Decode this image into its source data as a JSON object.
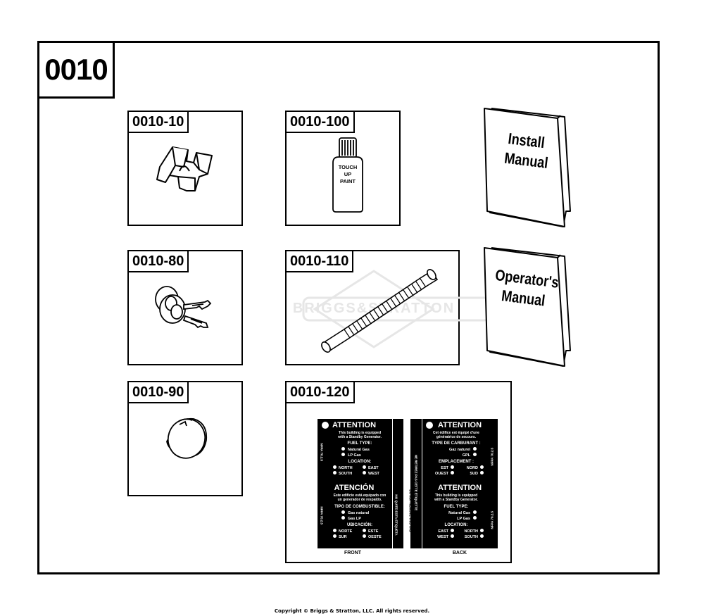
{
  "title": "0010",
  "parts": [
    {
      "id": "0010-10"
    },
    {
      "id": "0010-100",
      "label_lines": [
        "TOUCH",
        "UP",
        "PAINT"
      ]
    },
    {
      "id": "0010-80"
    },
    {
      "id": "0010-110",
      "watermark": "BRIGGS&STRATTON"
    },
    {
      "id": "0010-90"
    },
    {
      "id": "0010-120"
    }
  ],
  "manuals": [
    {
      "lines": [
        "Install",
        "Manual"
      ]
    },
    {
      "lines": [
        "Operator's",
        "Manual"
      ]
    }
  ],
  "labels": {
    "front": {
      "caption": "FRONT",
      "side_text_left": "NFPA 70.2.5",
      "side_text_right": "NO QUITE ESTA ETIQUETA",
      "strip_text": "DO NOT REMOVE THIS TAG",
      "sections": [
        {
          "heading": "ATTENTION",
          "body": [
            "This building is equipped",
            "with a Standby Generator."
          ],
          "groups": [
            {
              "title": "FUEL TYPE:",
              "options": [
                "Natural Gas",
                "LP Gas"
              ]
            },
            {
              "title": "LOCATION:",
              "options": [
                "NORTH",
                "EAST",
                "SOUTH",
                "WEST"
              ]
            }
          ]
        },
        {
          "heading": "ATENCIÓN",
          "body": [
            "Este edificio está equipado con",
            "un generador de respaldo."
          ],
          "groups": [
            {
              "title": "TIPO DE COMBUSTIBLE:",
              "options": [
                "Gas natural",
                "Gas LP"
              ]
            },
            {
              "title": "UBICACIÓN:",
              "options": [
                "NORTE",
                "ESTE",
                "SUR",
                "OESTE"
              ]
            }
          ]
        }
      ]
    },
    "back": {
      "caption": "BACK",
      "side_text_left": "NE RETIREZ PAS CETTE ÉTIQUETTE",
      "side_text_right": "NFPA 70.2.5",
      "sections": [
        {
          "heading": "ATTENTION",
          "body": [
            "Cet édifice est équipé d'une",
            "génératrice de secours."
          ],
          "groups": [
            {
              "title": "TYPE DE CARBURANT :",
              "options": [
                "Gaz naturel",
                "GPL"
              ]
            },
            {
              "title": "EMPLACEMENT :",
              "options": [
                "EST",
                "NORD",
                "OUEST",
                "SUD"
              ]
            }
          ]
        },
        {
          "heading": "ATTENTION",
          "body": [
            "This building is equipped",
            "with a Standby Generator."
          ],
          "groups": [
            {
              "title": "FUEL TYPE:",
              "options": [
                "Natural Gas",
                "LP Gas"
              ]
            },
            {
              "title": "LOCATION:",
              "options": [
                "EAST",
                "NORTH",
                "WEST",
                "SOUTH"
              ]
            }
          ]
        }
      ]
    }
  },
  "copyright": "Copyright © Briggs & Stratton, LLC. All rights reserved."
}
